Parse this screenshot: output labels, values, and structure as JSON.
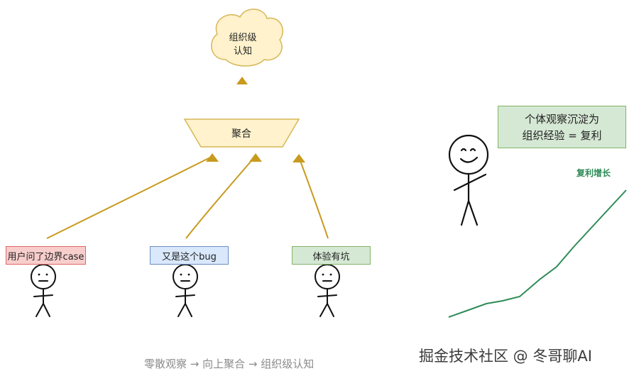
{
  "cloud": {
    "line1": "组织级",
    "line2": "认知",
    "fill": "#fff2cc",
    "stroke": "#d6b656"
  },
  "aggregate": {
    "label": "聚合",
    "fill": "#fff2cc",
    "stroke": "#d6b656"
  },
  "arrow_color": "#c89a1e",
  "individuals": [
    {
      "label": "用户问了边界case",
      "fill": "#f8cecc",
      "stroke": "#e06666"
    },
    {
      "label": "又是这个bug",
      "fill": "#dae8fc",
      "stroke": "#6c8ebf"
    },
    {
      "label": "体验有坑",
      "fill": "#d5e8d4",
      "stroke": "#82b366"
    }
  ],
  "callout": {
    "line1": "个体观察沉淀为",
    "line2": "组织经验 = 复利"
  },
  "growth": {
    "label": "复利增长",
    "color": "#2e8b57"
  },
  "caption": "零散观察 → 向上聚合 → 组织级认知",
  "watermark": "掘金技术社区 @ 冬哥聊AI"
}
